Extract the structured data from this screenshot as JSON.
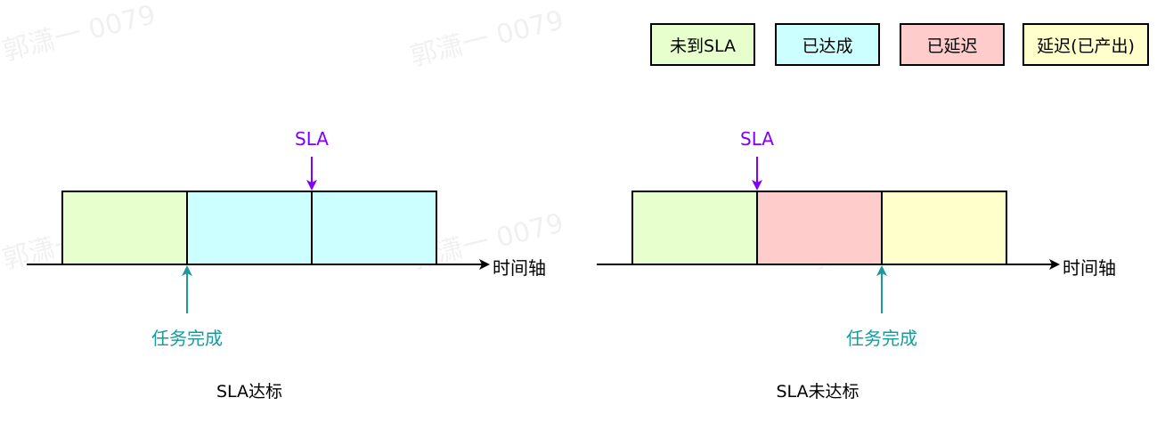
{
  "legend": [
    {
      "label": "未到SLA",
      "color": "#e6ffcc"
    },
    {
      "label": "已达成",
      "color": "#ccffff"
    },
    {
      "label": "已延迟",
      "color": "#ffcccc"
    },
    {
      "label": "延迟(已产出)",
      "color": "#ffffcc"
    }
  ],
  "panels": [
    {
      "caption": "SLA达标",
      "sla_label": "SLA",
      "task_label": "任务完成",
      "axis_label": "时间轴",
      "segment_states": [
        "未到SLA",
        "已达成",
        "已达成"
      ]
    },
    {
      "caption": "SLA未达标",
      "sla_label": "SLA",
      "task_label": "任务完成",
      "axis_label": "时间轴",
      "segment_states": [
        "未到SLA",
        "已延迟",
        "延迟(已产出)"
      ]
    }
  ],
  "colors": {
    "sla_arrow": "#7f00ff",
    "task_arrow": "#1a9a9a",
    "outline": "#000000"
  },
  "watermark": "郭潇一 0079"
}
